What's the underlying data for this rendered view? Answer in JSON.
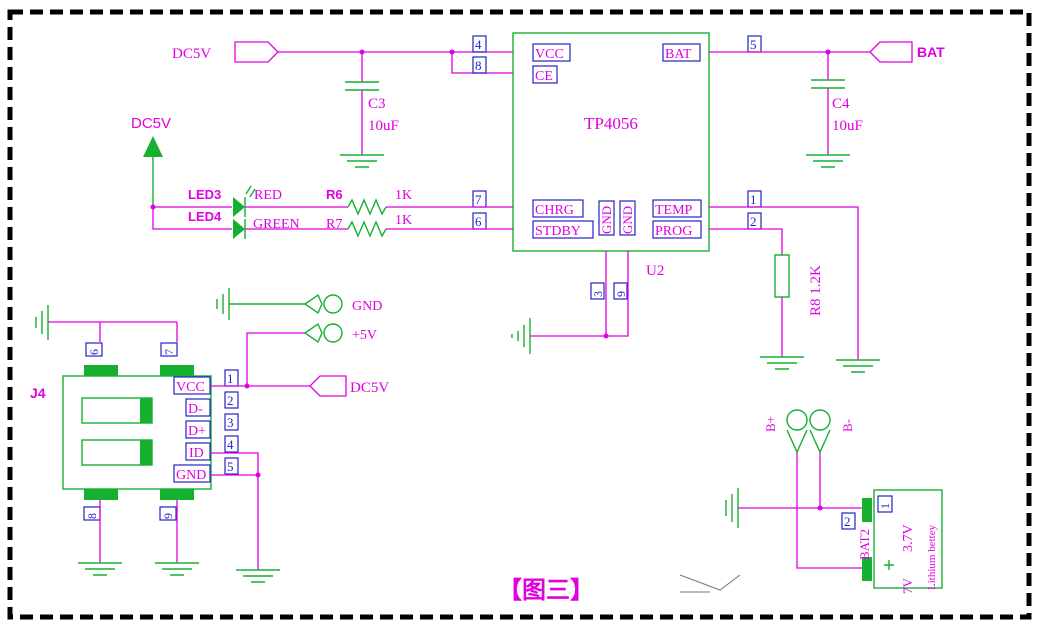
{
  "figure_caption": "【图三】",
  "colors": {
    "wire": "#e000e0",
    "component": "#15b030",
    "pin_box": "#2323c8",
    "border": "#000000"
  },
  "nets": {
    "dc5v_in": "DC5V",
    "dc5v_led": "DC5V",
    "bat": "BAT",
    "gnd": "GND",
    "plus5v": "+5V",
    "dc5v_usb": "DC5V",
    "bplus": "B+",
    "bminus": "B-"
  },
  "ic": {
    "name": "TP4056",
    "ref": "U2",
    "pins": {
      "vcc": "VCC",
      "ce": "CE",
      "bat": "BAT",
      "chrg": "CHRG",
      "stdby": "STDBY",
      "gnd1": "GND",
      "gnd2": "GND",
      "temp": "TEMP",
      "prog": "PROG"
    },
    "pin_numbers": {
      "p4": "4",
      "p8": "8",
      "p5": "5",
      "p7": "7",
      "p6": "6",
      "p1": "1",
      "p2": "2",
      "p3": "3",
      "p9": "9"
    }
  },
  "caps": {
    "c3_ref": "C3",
    "c3_val": "10uF",
    "c4_ref": "C4",
    "c4_val": "10uF"
  },
  "leds": {
    "led3_ref": "LED3",
    "led3_color": "RED",
    "led4_ref": "LED4",
    "led4_color": "GREEN"
  },
  "resistors": {
    "r6_ref": "R6",
    "r6_val": "1K",
    "r7_ref": "R7",
    "r7_val": "1K",
    "r8": "R8 1.2K"
  },
  "usb": {
    "ref": "J4",
    "pins": {
      "vcc": "VCC",
      "dm": "D-",
      "dp": "D+",
      "id": "ID",
      "gnd": "GND"
    },
    "pin_numbers": {
      "p1": "1",
      "p2": "2",
      "p3": "3",
      "p4": "4",
      "p5": "5",
      "p6": "6",
      "p7": "7",
      "p8": "8",
      "p9": "9"
    }
  },
  "battery": {
    "ref": "BAT2",
    "voltage": "3.7V",
    "type": "Lithium bettey",
    "pin2": "2",
    "pin1": "1",
    "voltage_cut": "7V"
  }
}
